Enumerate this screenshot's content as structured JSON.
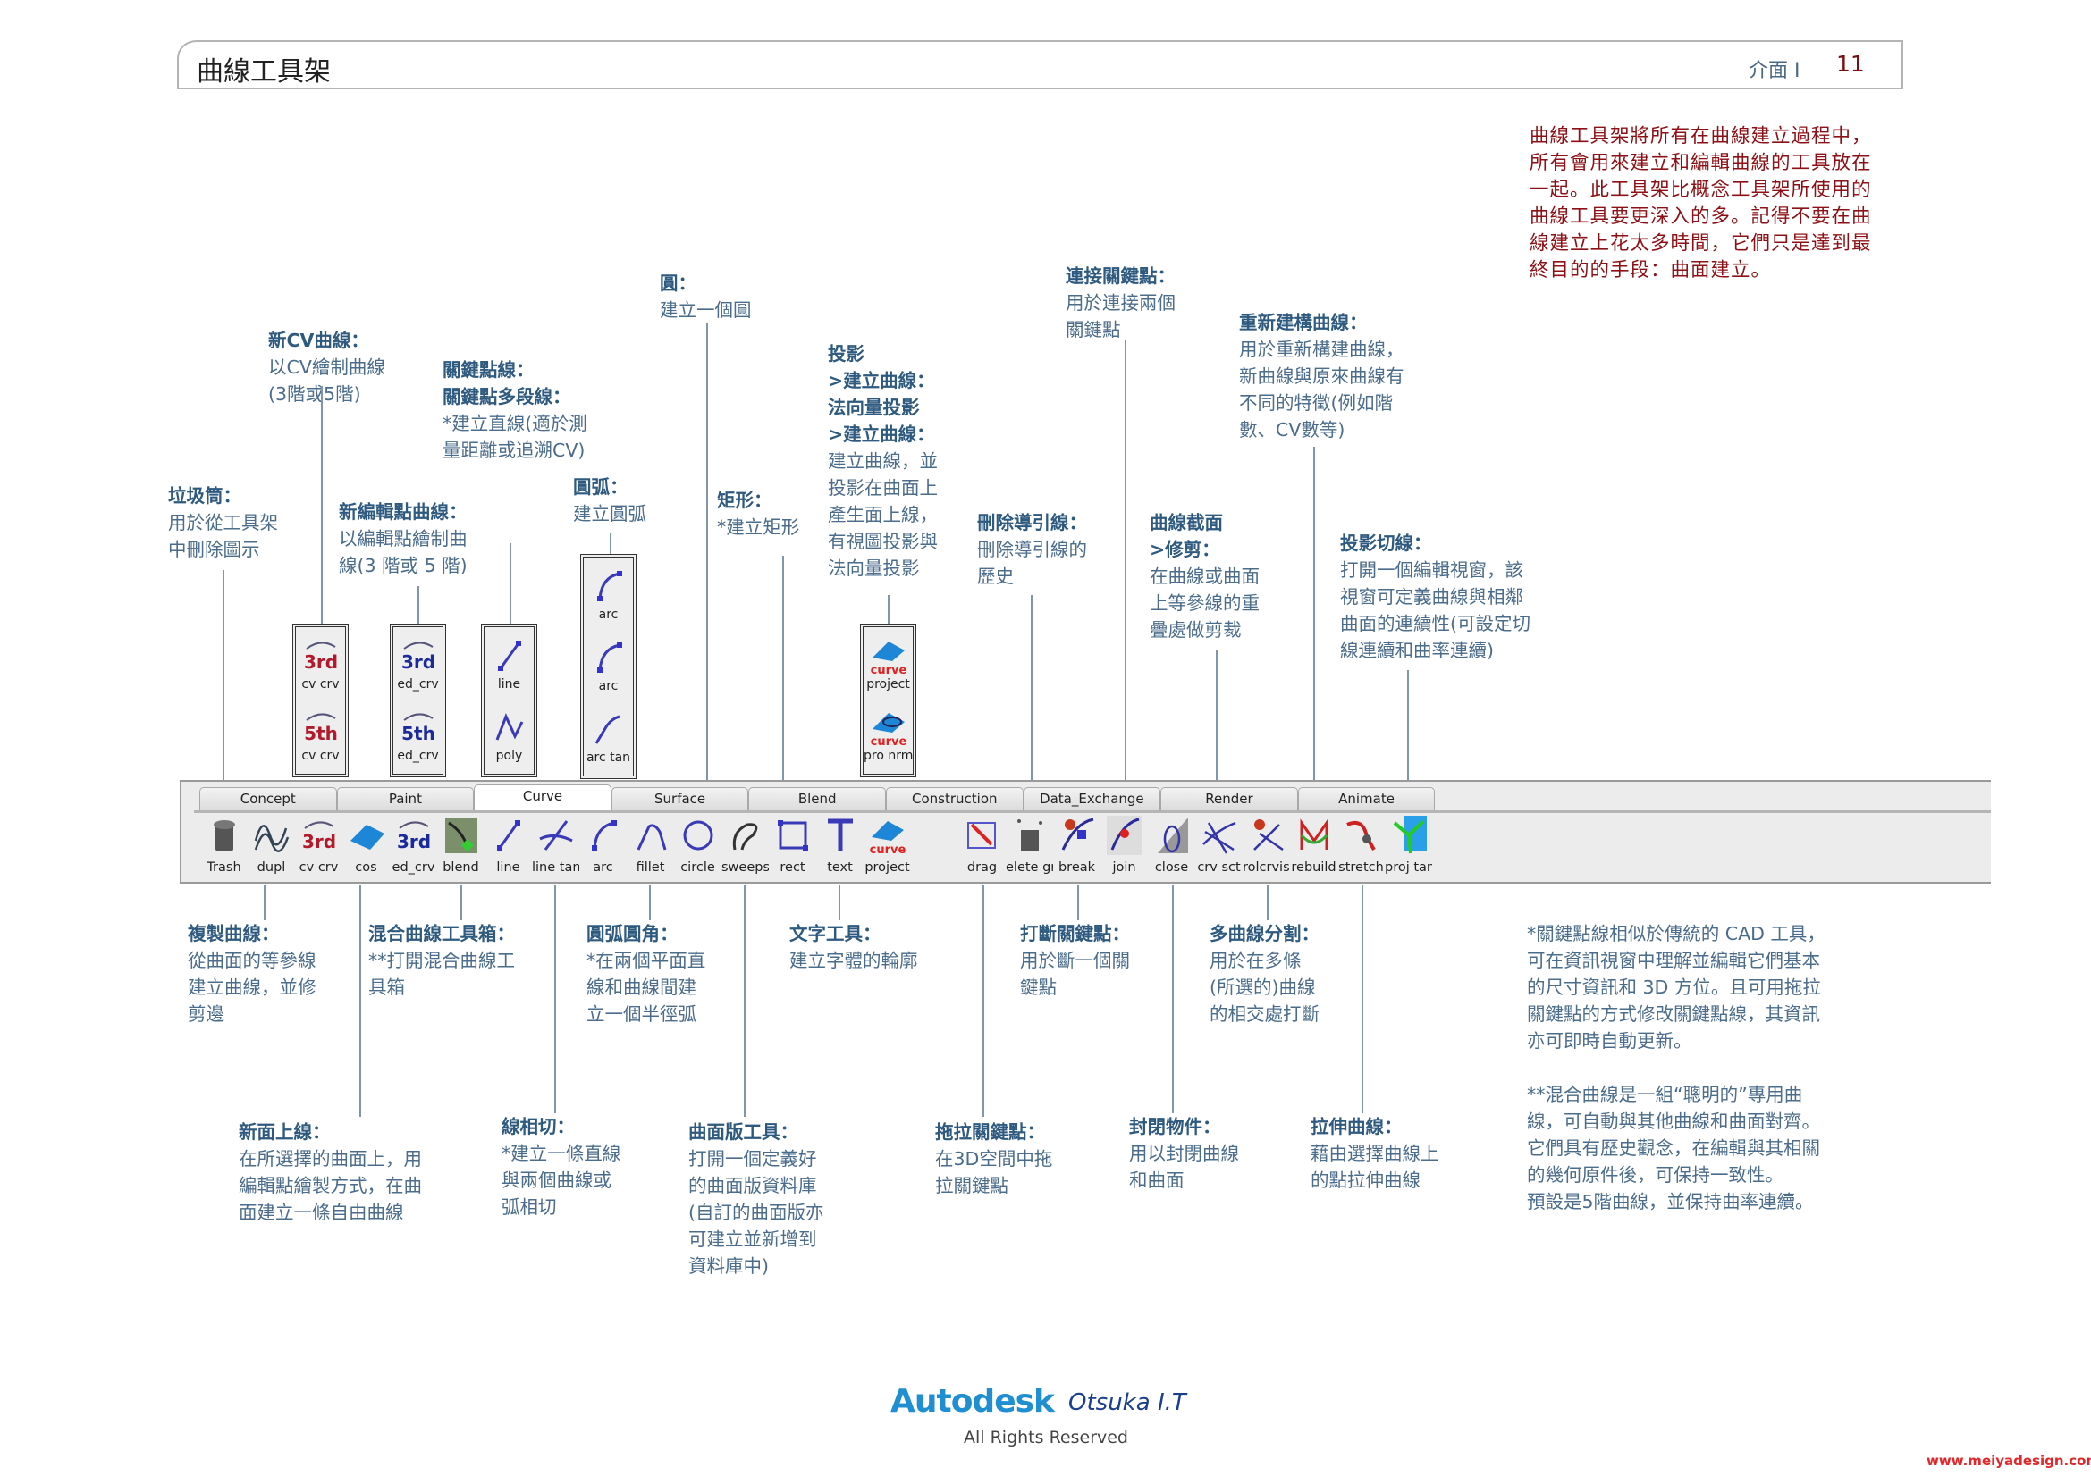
{
  "header": {
    "title": "曲線工具架",
    "section": "介面 I",
    "page": "11"
  },
  "intro": "曲線工具架將所有在曲線建立過程中，所有會用來建立和編輯曲線的工具放在一起。此工具架比概念工具架所使用的曲線工具要更深入的多。記得不要在曲線建立上花太多時間，它們只是達到最終目的的手段：曲面建立。",
  "annotations": {
    "trash": {
      "h": "垃圾筒：",
      "b": "用於從工具架\n中刪除圖示"
    },
    "cvcrv": {
      "h": "新CV曲線：",
      "b": "以CV繪制曲線\n(3階或5階)"
    },
    "edcrv": {
      "h": "新編輯點曲線：",
      "b": "以編輯點繪制曲\n線(3 階或 5 階)"
    },
    "keypt": {
      "h": "關鍵點線：\n關鍵點多段線：",
      "b": "*建立直線(適於測\n量距離或追溯CV)"
    },
    "arc": {
      "h": "圓弧：",
      "b": "建立圓弧"
    },
    "circle": {
      "h": "圓：",
      "b": "建立一個圓"
    },
    "rect": {
      "h": "矩形：",
      "b": "*建立矩形"
    },
    "project": {
      "h": "投影\n>建立曲線：\n法向量投影\n>建立曲線：",
      "b": "建立曲線，並\n投影在曲面上\n產生面上線，\n有視圖投影與\n法向量投影"
    },
    "delguide": {
      "h": "刪除導引線：",
      "b": "刪除導引線的\n歷史"
    },
    "join": {
      "h": "連接關鍵點：",
      "b": "用於連接兩個\n關鍵點"
    },
    "crvsect": {
      "h": "曲線截面\n>修剪：",
      "b": "在曲線或曲面\n上等參線的重\n疊處做剪裁"
    },
    "rebuild": {
      "h": "重新建構曲線：",
      "b": "用於重新構建曲線，\n新曲線與原來曲線有\n不同的特徵(例如階\n數、CV數等)"
    },
    "projtan": {
      "h": "投影切線：",
      "b": "打開一個編輯視窗，該\n視窗可定義曲線與相鄰\n曲面的連續性(可設定切\n線連續和曲率連續)"
    },
    "dupl": {
      "h": "複製曲線：",
      "b": "從曲面的等參線\n建立曲線，並修\n剪邊"
    },
    "blend": {
      "h": "混合曲線工具箱：",
      "b": "**打開混合曲線工\n具箱"
    },
    "fillet": {
      "h": "圓弧圓角：",
      "b": "*在兩個平面直\n線和曲線間建\n立一個半徑弧"
    },
    "text": {
      "h": "文字工具：",
      "b": "建立字體的輪廓"
    },
    "break": {
      "h": "打斷關鍵點：",
      "b": "用於斷一個關\n鍵點"
    },
    "multisplit": {
      "h": "多曲線分割：",
      "b": "用於在多條\n(所選的)曲線\n的相交處打斷"
    },
    "cos": {
      "h": "新面上線：",
      "b": "在所選擇的曲面上，用\n編輯點繪製方式，在曲\n面建立一條自由曲線"
    },
    "linetan": {
      "h": "線相切：",
      "b": "*建立一條直線\n與兩個曲線或\n弧相切"
    },
    "sweeps": {
      "h": "曲面版工具：",
      "b": "打開一個定義好\n的曲面版資料庫\n(自訂的曲面版亦\n可建立並新增到\n資料庫中)"
    },
    "drag": {
      "h": "拖拉關鍵點：",
      "b": "在3D空間中拖\n拉關鍵點"
    },
    "close": {
      "h": "封閉物件：",
      "b": "用以封閉曲線\n和曲面"
    },
    "stretch": {
      "h": "拉伸曲線：",
      "b": "藉由選擇曲線上\n的點拉伸曲線"
    },
    "notes": {
      "h": "",
      "b": "*關鍵點線相似於傳統的 CAD 工具，\n可在資訊視窗中理解並編輯它們基本\n的尺寸資訊和 3D 方位。且可用拖拉\n關鍵點的方式修改關鍵點線，其資訊\n亦可即時自動更新。\n\n**混合曲線是一組“聰明的”專用曲\n線，可自動與其他曲線和曲面對齊。\n它們具有歷史觀念，在編輯與其相關\n的幾何原件後，可保持一致性。\n預設是5階曲線，並保持曲率連續。"
    }
  },
  "toolbar": {
    "tabs": [
      "Concept",
      "Paint",
      "Curve",
      "Surface",
      "Blend",
      "Construction",
      "Data_Exchange",
      "Render",
      "Animate"
    ],
    "active_tab": "Curve",
    "tools": [
      {
        "label": "Trash",
        "icon": "trash-icon"
      },
      {
        "label": "dupl",
        "icon": "duplicate-curve-icon"
      },
      {
        "label": "cv crv",
        "icon": "cv-curve-icon"
      },
      {
        "label": "cos",
        "icon": "curve-on-surface-icon"
      },
      {
        "label": "ed_crv",
        "icon": "edit-point-curve-icon"
      },
      {
        "label": "blend",
        "icon": "blend-icon"
      },
      {
        "label": "line",
        "icon": "line-icon"
      },
      {
        "label": "line tan",
        "icon": "line-tangent-icon"
      },
      {
        "label": "arc",
        "icon": "arc-icon"
      },
      {
        "label": "fillet",
        "icon": "fillet-icon"
      },
      {
        "label": "circle",
        "icon": "circle-icon"
      },
      {
        "label": "sweeps",
        "icon": "sweeps-icon"
      },
      {
        "label": "rect",
        "icon": "rectangle-icon"
      },
      {
        "label": "text",
        "icon": "text-icon"
      },
      {
        "label": "project",
        "icon": "project-icon"
      },
      {
        "label": "drag",
        "icon": "drag-icon"
      },
      {
        "label": "elete gr",
        "icon": "delete-guide-icon"
      },
      {
        "label": "break",
        "icon": "break-icon"
      },
      {
        "label": "join",
        "icon": "join-icon"
      },
      {
        "label": "close",
        "icon": "close-icon"
      },
      {
        "label": "crv sct",
        "icon": "curve-section-icon"
      },
      {
        "label": "rolcrvise",
        "icon": "multi-split-icon"
      },
      {
        "label": "rebuild",
        "icon": "rebuild-icon"
      },
      {
        "label": "stretch",
        "icon": "stretch-icon"
      },
      {
        "label": "proj tan",
        "icon": "project-tangent-icon"
      }
    ]
  },
  "palettes": [
    {
      "items": [
        {
          "label": "cv crv",
          "icon": "cv-3rd-icon"
        },
        {
          "label": "cv crv",
          "icon": "cv-5th-icon"
        }
      ]
    },
    {
      "items": [
        {
          "label": "ed_crv",
          "icon": "ed-3rd-icon"
        },
        {
          "label": "ed_crv",
          "icon": "ed-5th-icon"
        }
      ]
    },
    {
      "items": [
        {
          "label": "line",
          "icon": "line-icon"
        },
        {
          "label": "poly",
          "icon": "polyline-icon"
        }
      ]
    },
    {
      "items": [
        {
          "label": "arc",
          "icon": "arc-icon"
        },
        {
          "label": "arc",
          "icon": "arc-icon"
        },
        {
          "label": "arc tan",
          "icon": "arc-tangent-icon"
        }
      ]
    },
    {
      "items": [
        {
          "label": "project",
          "icon": "project-icon"
        },
        {
          "label": "pro nrm",
          "icon": "project-normal-icon"
        }
      ]
    }
  ],
  "footer": {
    "logo": "Autodesk",
    "logo2": "Otsuka I.T",
    "rights": "All Rights Reserved",
    "url": "www.meiyadesign.com"
  }
}
